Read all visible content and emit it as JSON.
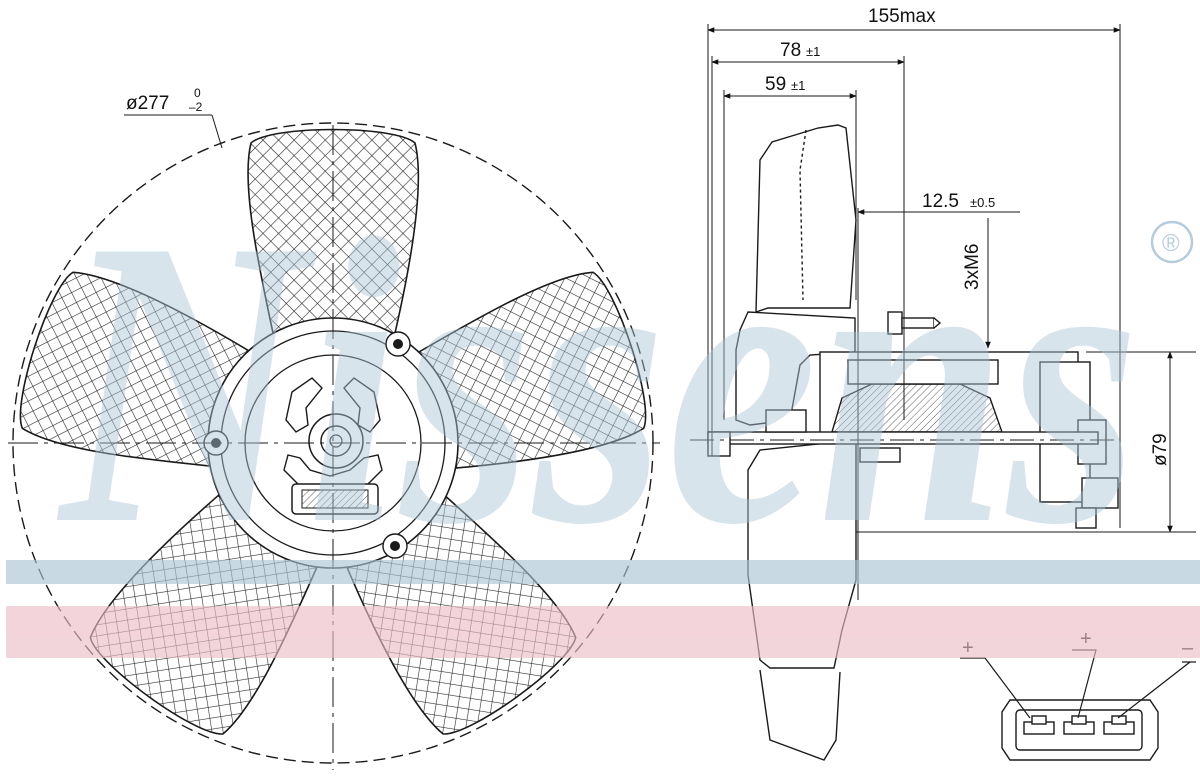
{
  "watermark": {
    "brand": "Nissens",
    "registered_mark": "®",
    "band_colors": {
      "blue": "#a9c4d6",
      "red": "#ebbcc6"
    }
  },
  "front_view": {
    "diameter_label": "ø277",
    "diameter_tol_upper": "0",
    "diameter_tol_lower": "–2",
    "blade_count": 5
  },
  "side_view": {
    "dim_overall": "155max",
    "dim_78": "78",
    "dim_78_tol": "±1",
    "dim_59": "59",
    "dim_59_tol": "±1",
    "dim_hub": "12.5",
    "dim_hub_tol": "±0.5",
    "dim_mount": "3xM6",
    "dim_motor_dia": "ø79"
  },
  "connector": {
    "pin_labels": [
      "+",
      "+",
      "–"
    ]
  },
  "colors": {
    "line": "#1a1a1a",
    "hatch": "#2a2a2a",
    "watermark_blue": "#a9c4d6"
  }
}
